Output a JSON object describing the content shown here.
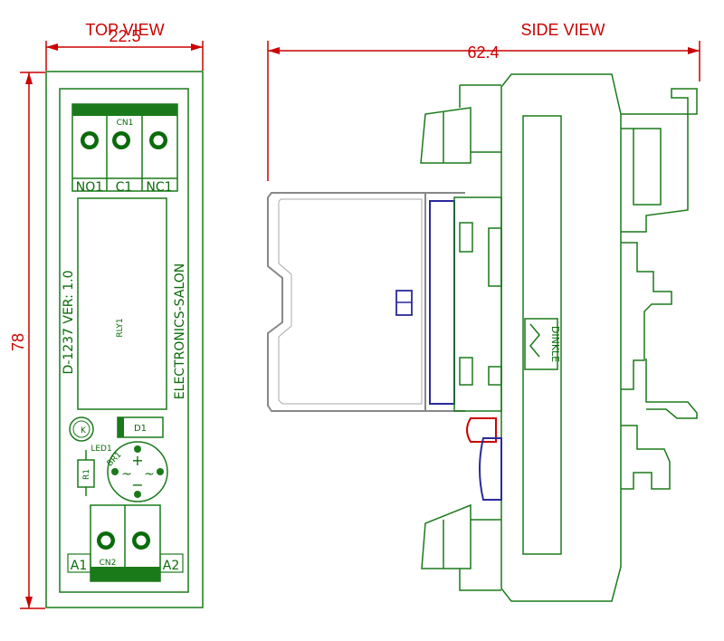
{
  "colors": {
    "dimension": "#cc0000",
    "outline": "#1a7a1a",
    "pcb_text": "#0a6b0a",
    "relay_body": "#2a2a9a",
    "shell": "#888888",
    "led": "#cc0000"
  },
  "top_view": {
    "title": "TOP VIEW",
    "width_dim": "22.5",
    "height_dim": "78",
    "connectors": {
      "cn1": "CN1",
      "no1": "NO1",
      "c1": "C1",
      "nc1": "NC1",
      "cn2": "CN2",
      "a1": "A1",
      "a2": "A2"
    },
    "relay_label": "RLY1",
    "board_id": "D-1237  VER: 1.0",
    "brand": "ELECTRONICS-SALON",
    "parts": {
      "d1": "D1",
      "led1": "LED1",
      "r1": "R1",
      "br1": "BR1",
      "k": "K",
      "plus": "+",
      "minus": "−",
      "ac1": "~",
      "ac2": "~"
    }
  },
  "side_view": {
    "title": "SIDE VIEW",
    "width_dim": "62.4",
    "rail_brand": "DINKLE"
  }
}
